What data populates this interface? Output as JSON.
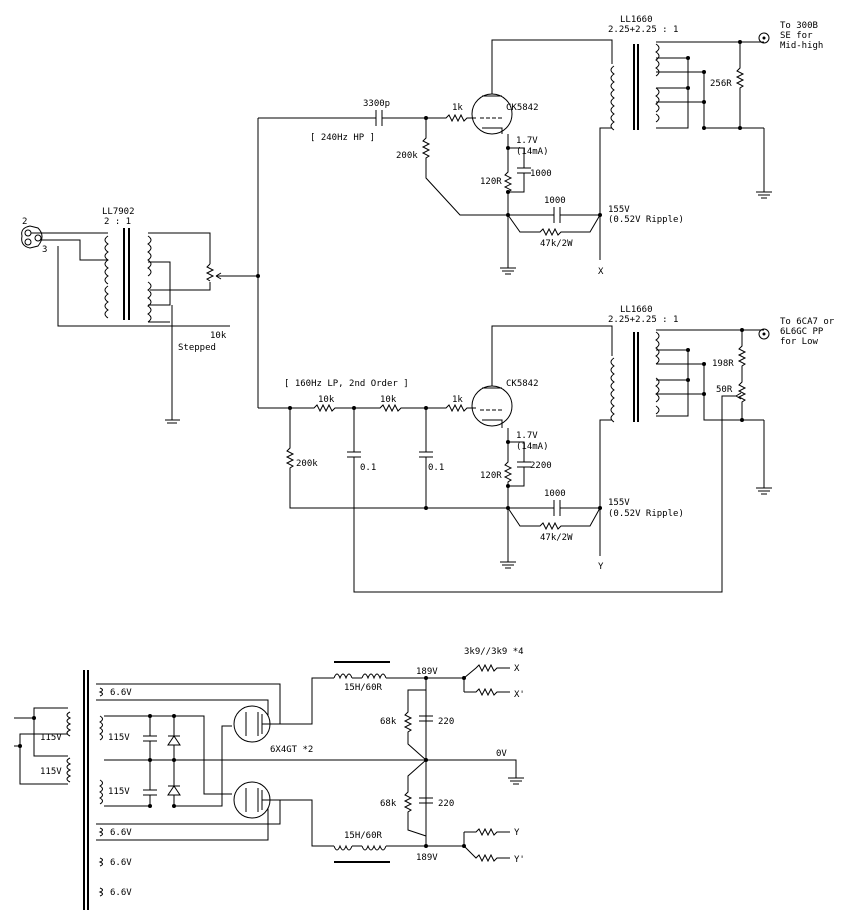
{
  "labels": {
    "in_pin2": "2",
    "in_pin3": "3",
    "t_in": "LL7902",
    "t_in_ratio": "2 : 1",
    "pot": "10k",
    "pot2": "Stepped",
    "hp_cap": "3300p",
    "hp_note": "[ 240Hz HP ]",
    "hp_r": "200k",
    "grid1": "1k",
    "tube1": "CK5842",
    "v1": "1.7V",
    "i1": "(14mA)",
    "rk1": "120R",
    "ck1": "1000",
    "cb1": "1000",
    "b1": "155V",
    "rip1": "(0.52V Ripple)",
    "rf1": "47k/2W",
    "node_x": "X",
    "t_out1": "LL1660",
    "t_out1_ratio": "2.25+2.25 : 1",
    "load1": "256R",
    "to1a": "To 300B",
    "to1b": "SE for",
    "to1c": "Mid-high",
    "lp_note": "[ 160Hz LP, 2nd Order ]",
    "lp_r1": "10k",
    "lp_r2": "10k",
    "grid2": "1k",
    "lp_rg": "200k",
    "lp_c1": "0.1",
    "lp_c2": "0.1",
    "tube2": "CK5842",
    "v2": "1.7V",
    "i2": "(14mA)",
    "rk2": "120R",
    "ck2": "2200",
    "cb2": "1000",
    "b2": "155V",
    "rip2": "(0.52V Ripple)",
    "rf2": "47k/2W",
    "node_y": "Y",
    "t_out2": "LL1660",
    "t_out2_ratio": "2.25+2.25 : 1",
    "load2": "198R",
    "load2b": "50R",
    "to2a": "To 6CA7 or",
    "to2b": "6L6GC PP",
    "to2c": "for Low",
    "ps_p1": "115V",
    "ps_p2": "115V",
    "ps_s1": "115V",
    "ps_s2": "115V",
    "h1": "6.6V",
    "h2": "6.6V",
    "h3": "6.6V",
    "h4": "6.6V",
    "rect": "6X4GT *2",
    "ch1": "15H/60R",
    "ch2": "15H/60R",
    "bp": "189V",
    "bn": "189V",
    "bl1": "68k",
    "bl2": "68k",
    "fc1": "220",
    "fc2": "220",
    "zero": "0V",
    "drop": "3k9//3k9 *4",
    "ox": "X",
    "oxp": "X'",
    "oy": "Y",
    "oyp": "Y'"
  }
}
